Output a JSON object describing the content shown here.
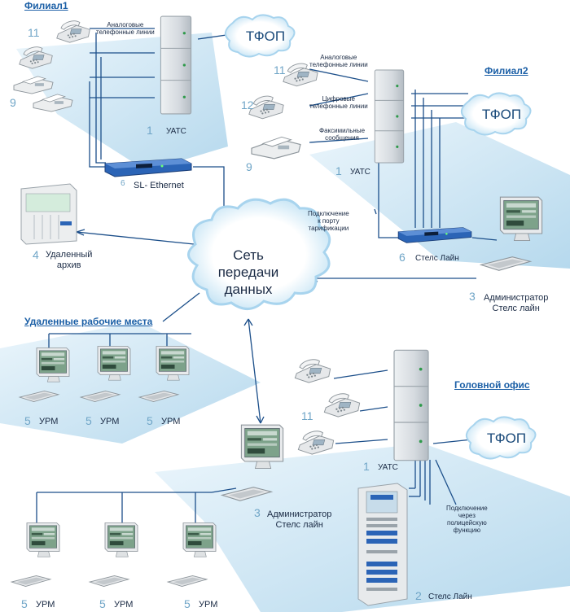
{
  "branch1": {
    "title": "Филиал1",
    "analog_lines": "Аналоговые\nтелефонные линии",
    "num_phones": "11",
    "num_faxes": "9",
    "pbx_num": "1",
    "pbx_label": "УАТС",
    "tfop": "ТФОП",
    "sl_num": "6",
    "sl_label": "SL- Ethernet"
  },
  "branch2": {
    "title": "Филиал2",
    "analog_lines": "Аналоговые\nтелефонные линии",
    "digital_lines": "Цифровые\nтелефонные линии",
    "fax_msgs": "Факсимильные\nсообщения",
    "num_analog": "11",
    "num_digital": "12",
    "num_fax": "9",
    "pbx_num": "1",
    "pbx_label": "УАТС",
    "tfop": "ТФОП",
    "billing_port": "Подключение\nк порту\nтарификации",
    "sl_num": "6",
    "sl_label": "Стелс Лайн",
    "admin_num": "3",
    "admin_label": "Администратор\nСтелс лайн"
  },
  "archive": {
    "num": "4",
    "label": "Удаленный\nархив"
  },
  "network": {
    "label": "Сеть\nпередачи\nданных"
  },
  "remote": {
    "title": "Удаленные рабочие места",
    "workstations": [
      {
        "num": "5",
        "label": "УРМ"
      },
      {
        "num": "5",
        "label": "УРМ"
      },
      {
        "num": "5",
        "label": "УРМ"
      }
    ]
  },
  "head": {
    "title": "Головной офис",
    "num_phones": "11",
    "pbx_num": "1",
    "pbx_label": "УАТС",
    "tfop": "ТФОП",
    "admin_num": "3",
    "admin_label": "Администратор\nСтелс лайн",
    "police_conn": "Подключение\nчерез\nполицейскую\nфункцию",
    "server_num": "2",
    "server_label": "Стелс Лайн",
    "workstations": [
      {
        "num": "5",
        "label": "УРМ"
      },
      {
        "num": "5",
        "label": "УРМ"
      },
      {
        "num": "5",
        "label": "УРМ"
      }
    ]
  },
  "colors": {
    "plane": "#c9e3f2",
    "line": "#1c4f8a",
    "accent": "#1b5fa6",
    "number": "#6fa5c7"
  }
}
